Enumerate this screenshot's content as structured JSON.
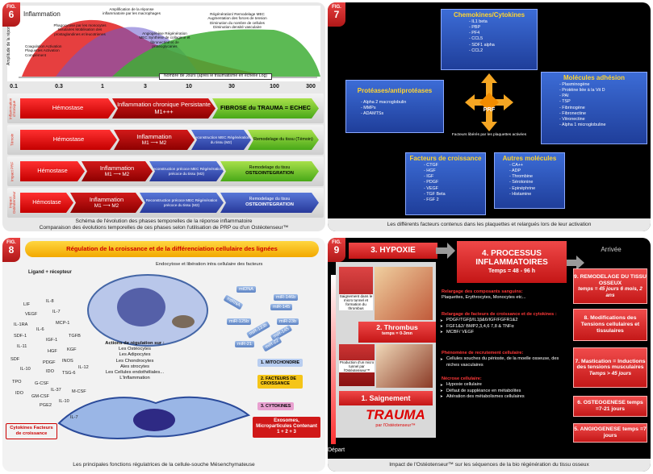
{
  "colors": {
    "red": "#e01010",
    "blue": "#3a54c0",
    "green": "#7cc830",
    "yellow": "#ffd430",
    "grey": "#e8e8e8"
  },
  "p6": {
    "fig": {
      "label": "FIG.",
      "num": "6"
    },
    "title": "Inflammation",
    "y_axis": "Amplitude de la réponse",
    "annotations": {
      "amplification": "Amplification de la réponse inflammatoire par les macrophages",
      "phagocytes": "Phagocytose par les monocytes tissulaires Mobilisation des prostaglandines et leucotrienes",
      "coagulation": "Coagulation Activation Plaquettes Activation Complément",
      "angiogenese": "Angiogénèse Régénération MEC Synthèse de collagène et fibronectine et de protéoglycanes",
      "regeneration": "Régénération/ Remodelage MEC Augmentation des forces de tension Diminution du nombre de cellules Diminution densité vasculaire"
    },
    "x_axis_title": "Nombre de Jours (après le traumatisme en échelle Log)",
    "ticks": [
      "0.1",
      "0.3",
      "1",
      "3",
      "10",
      "30",
      "100",
      "300"
    ],
    "rows": [
      {
        "label": "Inflammation chronique",
        "segs": [
          "Hémostase",
          "Inflammation chronique Persistante M1+++",
          "FIBROSE du TRAUMA = ECHEC"
        ]
      },
      {
        "label": "Témoin",
        "segs": [
          "Hémostase",
          "Inflammation",
          "M1",
          "M2",
          "Reconstruction MEC Régénération du tissu (M2)",
          "Remodelage du tissu (Témoin)"
        ]
      },
      {
        "label": "Impact PRF",
        "segs": [
          "Hémostase",
          "Inflammation",
          "M1",
          "M2",
          "Reconstruction précoce MEC Régénération précoce du tissu (M2)",
          "Remodelage du tissu",
          "OSTEOINTEGRATION"
        ]
      },
      {
        "label": "Impact Ostéotenseur",
        "segs": [
          "Hémostase",
          "Inflammation",
          "M1",
          "M2",
          "Reconstruction précoce MEC Régénération précoce du tissu (M2)",
          "Remodelage du tissu",
          "OSTEOINTEGRATION"
        ]
      }
    ],
    "caption1": "Schéma de l'évolution des phases temporelles de la réponse inflammatoire",
    "caption2": "Comparaison des évolutions temporelles de ces phases selon l'utilisation de PRP ou d'un Ostéotenseur™"
  },
  "p7": {
    "fig": {
      "label": "FIG.",
      "num": "7"
    },
    "chemokines": {
      "title": "Chemokines/Cytokines",
      "items": [
        "IL1 beta",
        "PBP",
        "PF4",
        "CCL5",
        "SDF1 alpha",
        "CCL2"
      ]
    },
    "molecules": {
      "title": "Molécules adhésion",
      "items": [
        "Plasminogène",
        "Protéine liée à la Vit D",
        "PAI",
        "TSP",
        "Fibrinogène",
        "Fibronectine",
        "Vitronectine",
        "Alpha 1 microglobuline"
      ]
    },
    "proteases": {
      "title": "Protéases/antiprotéases",
      "items": [
        "Alpha 2 macroglobulin",
        "MMPs",
        "ADAMTSs"
      ]
    },
    "croissance": {
      "title": "Facteurs de croissance",
      "items": [
        "CTGF",
        "HGF",
        "IGF",
        "PDGF",
        "VEGF",
        "TGF Beta",
        "FGF 2"
      ]
    },
    "autres": {
      "title": "Autres molécules",
      "items": [
        "CA++",
        "ADP",
        "Thrombine",
        "Sérotonine",
        "Epinéphrine",
        "Histamine"
      ]
    },
    "center": "PRF",
    "center_caption": "Facteurs libérés par les plaquettes activées",
    "caption": "Les différents facteurs contenus dans les plaquettes et relargués lors de leur activation"
  },
  "p8": {
    "fig": {
      "label": "FIG.",
      "num": "8"
    },
    "title": "Régulation de la croissance et de la différenciation cellulaire des lignées",
    "ligand": "Ligand + récepteur",
    "endocytose": "Endocytose et libération intra cellulaire des facteurs",
    "factors": [
      "LIF",
      "IL-8",
      "VEGF",
      "IL-7",
      "IL-1RA",
      "MCP-1",
      "IL-6",
      "SDF-1",
      "IGF-1",
      "TGFB",
      "IL-11",
      "HGF",
      "KGF",
      "SDF",
      "PDGF",
      "INOS",
      "IL-10",
      "IDO",
      "TSG-6",
      "IL-12",
      "TPO",
      "G-CSF",
      "M-CSF",
      "IL-37",
      "IDO",
      "GM-CSF",
      "PGE2",
      "IL-10",
      "IL-7"
    ],
    "mols": [
      "mtDNA",
      "miR-146b",
      "miR-145",
      "mtRNA",
      "miR-125b",
      "miR-133b",
      "miR-23b",
      "miR-145",
      "miR-21",
      "miR-22"
    ],
    "actions_title": "Actions de régulation sur :",
    "actions": [
      "Les Ostéocytes",
      "Les Adipocytes",
      "Les Chondrocytes",
      "Ales strocytes",
      "Les Cellules endothéliales...",
      "L'Inflammation"
    ],
    "tag1": "1. MITOCHONDRIE",
    "tag2": "2. FACTEURS DE CROISSANCE",
    "tag3": "3. CYTOKINES",
    "cyto_box": "Cytokines Facteurs de croissance",
    "exo_box": "Exosomes, Microparticules Contenant 1 + 2 + 3",
    "caption": "Les principales fonctions régulatrices de la cellule-souche Mésenchymateuse"
  },
  "p9": {
    "fig": {
      "label": "FIG.",
      "num": "9"
    },
    "hypoxie": "3. HYPOXIE",
    "processus": "4. PROCESSUS INFLAMMATOIRES",
    "processus_time": "Temps = 48 - 96 h",
    "thrombus": "2. Thrombus",
    "thrombus_time": "temps = 0-3mn",
    "saignement": "1. Saignement",
    "img1": "Saignement dans le micro tunnel et formation du thrombus",
    "img2": "Production d'un micro tunnel par l'Ostéotenseur™",
    "trauma": "TRAUMA",
    "trauma_sub": "par l'Ostéotenseur™",
    "depart": "Départ",
    "arrivee": "Arrivée",
    "sec1_title": "Relargage des composants sanguins:",
    "sec1_body": "Plaquettes, Erythrocytes, Monocytes etc...",
    "sec2_title": "Relargage de facteurs de croissance et de cytokines :",
    "sec2_items": [
      "PDGF/TGFβ/IL1β&6/IGF/FGFR1&2",
      "FGF1&2/ BMP2,3,4,6 7,8 & TNFα",
      "MCBF/ VEGF"
    ],
    "sec3_title": "Phénomène de recrutement cellulaire:",
    "sec3_items": [
      "Cellules souches du périoste, de la moelle osseuse, des niches vasculaires"
    ],
    "sec4_title": "Nécrose cellulaire:",
    "sec4_items": [
      "Hypoxie cellulaire",
      "Défaut de suppléance en métabolites",
      "Altération des métabolismes cellulaires"
    ],
    "stages": [
      {
        "t": "9. REMODELAGE DU TISSU OSSEUX",
        "it": "temps = 45 jours 6 mois, 2 ans"
      },
      {
        "t": "8. Modifications des Tensions cellulaires et tissulaires",
        "it": ""
      },
      {
        "t": "7. Mastication = Inductions des tensions musculaires",
        "it": "Temps > 45 jours"
      },
      {
        "t": "6. OSTEOGENESE temps =7-21 jours",
        "it": ""
      },
      {
        "t": "5. ANGIOGENESE temps =7 jours",
        "it": ""
      }
    ],
    "caption": "Impact de l'Ostéotenseur™ sur les séquences de la bio régénération du tissu osseux"
  }
}
